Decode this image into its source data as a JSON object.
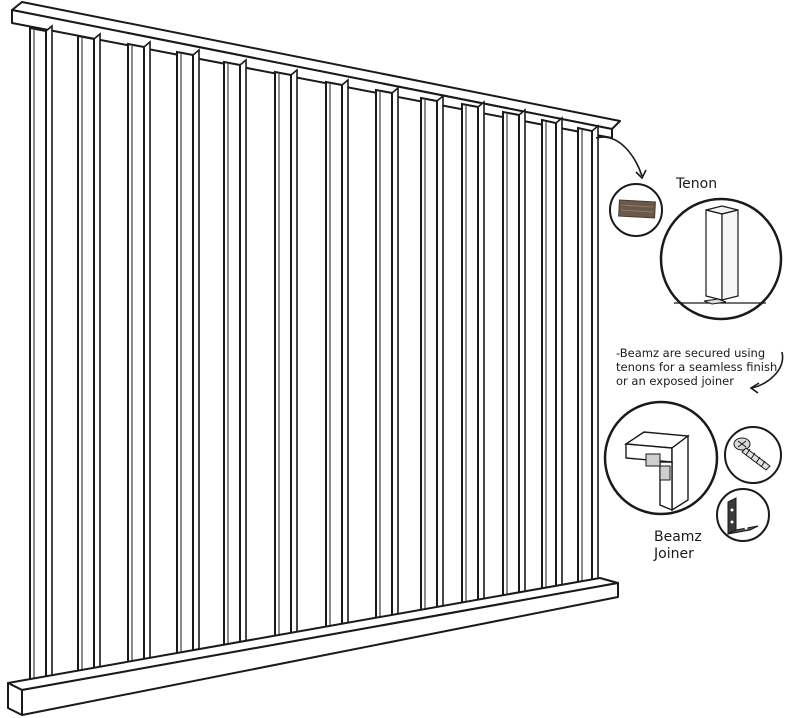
{
  "labels": {
    "tenon": "Tenon",
    "note_lines": [
      "-Beamz are secured using",
      "tenons for a seamless finish",
      "or an exposed joiner"
    ],
    "joiner_line1": "Beamz",
    "joiner_line2": "Joiner"
  },
  "colors": {
    "line": "#1a1a1a",
    "fill": "#ffffff",
    "wood": "#6b5a4a",
    "steel": "#3a3a3a"
  },
  "icons": [
    "tenon-wood-icon",
    "tenon-post-icon",
    "joiner-corner-icon",
    "screw-icon",
    "bracket-icon",
    "curved-arrow-icon"
  ]
}
